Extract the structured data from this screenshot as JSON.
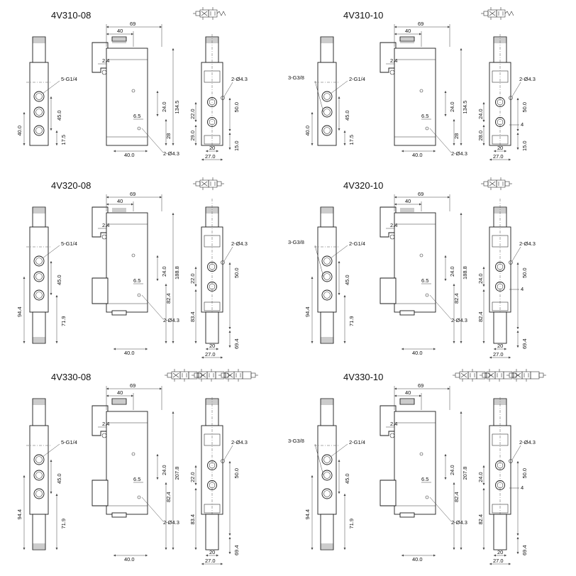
{
  "panels": [
    {
      "model": "4V310-08",
      "port_label": "5-G1/4",
      "pilot_label": "",
      "dims": {
        "overall_width": "69",
        "body_width": "40",
        "body_bottom": "40.0",
        "height_total": "134.5",
        "offset": "2.4",
        "pitch_v": "24.0",
        "hole_offset": "6.5",
        "hole_y": "28",
        "mount_holes": "2-Ø4.3",
        "left_h": "45.0",
        "left_port_h": "40.0",
        "left_low": "17.5",
        "right_h1": "22.0",
        "right_h2": "29.0",
        "right_mid": "50.0",
        "right_low": "15.0",
        "right_w_inner": "20",
        "right_w_outer": "27.0",
        "extra_4": ""
      },
      "symbol": [
        "single"
      ]
    },
    {
      "model": "4V310-10",
      "port_label": "2-G1/4",
      "pilot_label": "3-G3/8",
      "dims": {
        "overall_width": "69",
        "body_width": "40",
        "body_bottom": "40.0",
        "height_total": "134.5",
        "offset": "2.4",
        "pitch_v": "24.0",
        "hole_offset": "6.5",
        "hole_y": "28",
        "mount_holes": "2-Ø4.3",
        "left_h": "45.0",
        "left_port_h": "40.0",
        "left_low": "17.5",
        "right_h1": "24.0",
        "right_h2": "28.0",
        "right_mid": "50.0",
        "right_low": "15.0",
        "right_w_inner": "20",
        "right_w_outer": "27.0",
        "extra_4": "4"
      },
      "symbol": [
        "single"
      ]
    },
    {
      "model": "4V320-08",
      "port_label": "5-G1/4",
      "pilot_label": "",
      "dims": {
        "overall_width": "69",
        "body_width": "40",
        "body_bottom": "40.0",
        "height_total": "188.8",
        "offset": "2.4",
        "pitch_v": "24.0",
        "hole_offset": "6.5",
        "hole_y": "82.4",
        "mount_holes": "2-Ø4.3",
        "left_h": "45.0",
        "left_port_h": "94.4",
        "left_low": "71.9",
        "right_h1": "22.0",
        "right_h2": "83.4",
        "right_mid": "50.0",
        "right_low": "69.4",
        "right_w_inner": "20",
        "right_w_outer": "27.0",
        "extra_4": ""
      },
      "symbol": [
        "double"
      ]
    },
    {
      "model": "4V320-10",
      "port_label": "2-G1/4",
      "pilot_label": "3-G3/8",
      "dims": {
        "overall_width": "69",
        "body_width": "40",
        "body_bottom": "40.0",
        "height_total": "188.8",
        "offset": "2.4",
        "pitch_v": "24.0",
        "hole_offset": "6.5",
        "hole_y": "82.4",
        "mount_holes": "2-Ø4.3",
        "left_h": "45.0",
        "left_port_h": "94.4",
        "left_low": "71.9",
        "right_h1": "24.0",
        "right_h2": "82.4",
        "right_mid": "50.0",
        "right_low": "69.4",
        "right_w_inner": "20",
        "right_w_outer": "27.0",
        "extra_4": "4"
      },
      "symbol": [
        "double"
      ]
    },
    {
      "model": "4V330-08",
      "port_label": "5-G1/4",
      "pilot_label": "",
      "dims": {
        "overall_width": "69",
        "body_width": "40",
        "body_bottom": "40.0",
        "height_total": "207.8",
        "offset": "2.4",
        "pitch_v": "24.0",
        "hole_offset": "6.5",
        "hole_y": "82.4",
        "mount_holes": "2-Ø4.3",
        "left_h": "45.0",
        "left_port_h": "94.4",
        "left_low": "71.9",
        "right_h1": "22.0",
        "right_h2": "83.4",
        "right_mid": "50.0",
        "right_low": "69.4",
        "right_w_inner": "20",
        "right_w_outer": "27.0",
        "extra_4": ""
      },
      "symbol": [
        "triple",
        "triple",
        "triple"
      ]
    },
    {
      "model": "4V330-10",
      "port_label": "2-G1/4",
      "pilot_label": "3-G3/8",
      "dims": {
        "overall_width": "69",
        "body_width": "40",
        "body_bottom": "40.0",
        "height_total": "207.8",
        "offset": "2.4",
        "pitch_v": "24.0",
        "hole_offset": "6.5",
        "hole_y": "82.4",
        "mount_holes": "2-Ø4.3",
        "left_h": "45.0",
        "left_port_h": "94.4",
        "left_low": "71.9",
        "right_h1": "24.0",
        "right_h2": "82.4",
        "right_mid": "50.0",
        "right_low": "69.4",
        "right_w_inner": "20",
        "right_w_outer": "27.0",
        "extra_4": "4"
      },
      "symbol": [
        "triple",
        "triple",
        "triple"
      ]
    }
  ],
  "icons": {
    "valve_symbol": "pneumatic-valve-symbol-icon"
  }
}
